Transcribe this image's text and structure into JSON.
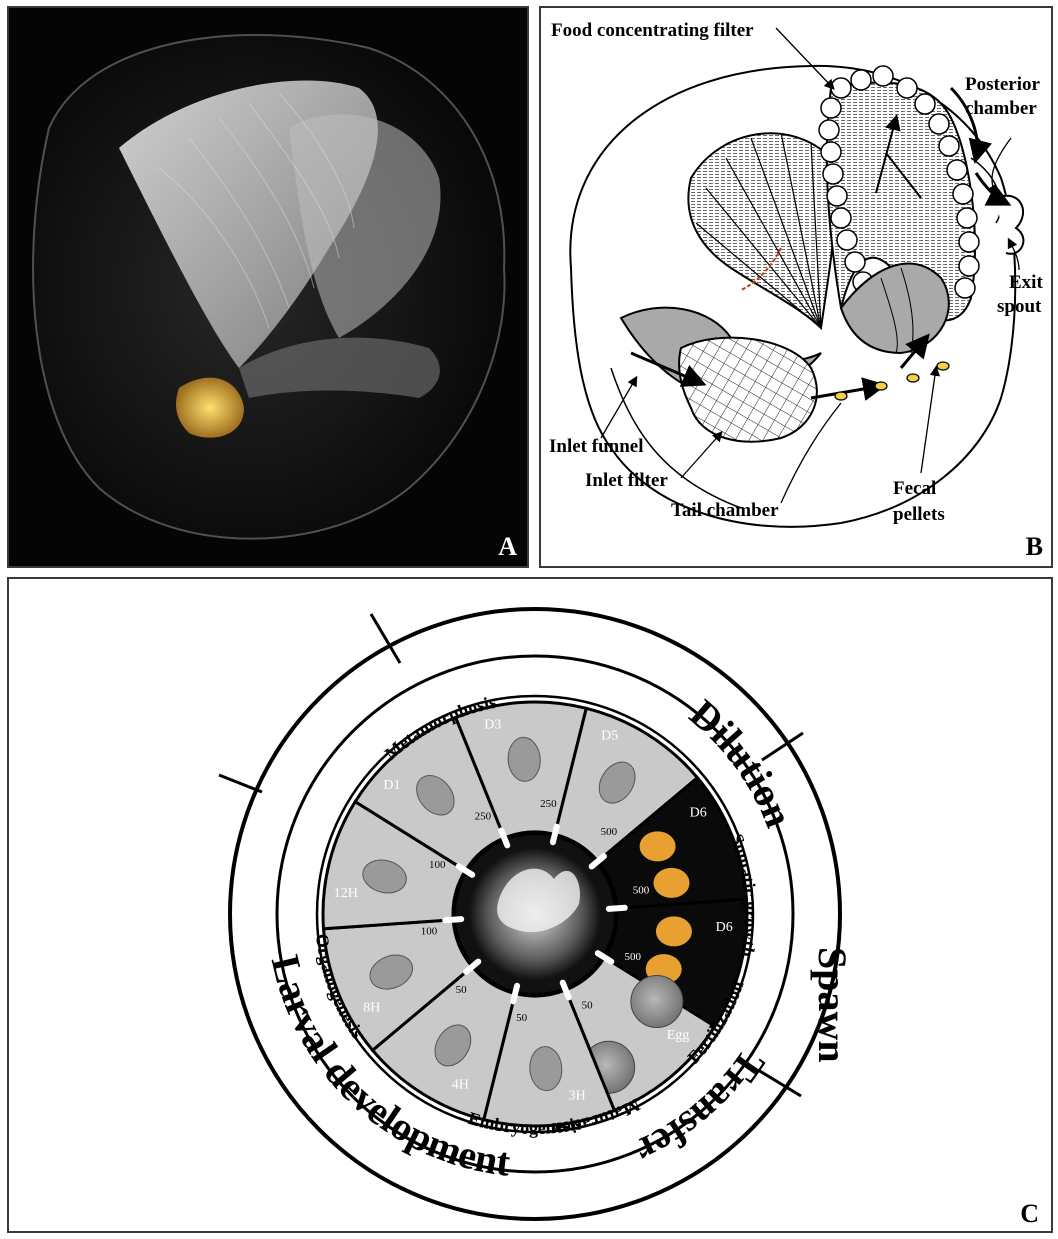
{
  "panel_a": {
    "letter": "A"
  },
  "panel_b": {
    "letter": "B",
    "labels": {
      "food_filter": "Food concentrating filter",
      "posterior_1": "Posterior",
      "posterior_2": "chamber",
      "exit_1": "Exit",
      "exit_2": "spout",
      "inlet_funnel": "Inlet funnel",
      "inlet_filter": "Inlet filter",
      "tail_chamber": "Tail chamber",
      "fecal_1": "Fecal",
      "fecal_2": "pellets"
    }
  },
  "panel_c": {
    "letter": "C",
    "outer": {
      "transfer": "Transfer",
      "dilution": "Dilution",
      "spawn": "Spawn",
      "larval": "Larval development"
    },
    "inner": {
      "somatic": "Somatic growth",
      "maturation": "Maturation",
      "metamorphosis": "Metamorphosis",
      "organogenesis": "Organogenesis",
      "embryogenesis": "Embryogenesis",
      "fertilization": "Fertilization"
    },
    "stages": [
      "D3",
      "D5",
      "D6",
      "D6",
      "Egg",
      "3H",
      "4H",
      "8H",
      "12H",
      "D1"
    ],
    "scales": [
      "250",
      "500",
      "500",
      "500",
      "50",
      "50",
      "50",
      "100",
      "100",
      "250"
    ]
  }
}
